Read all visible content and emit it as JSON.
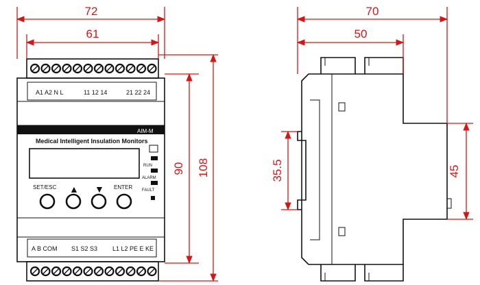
{
  "front_view": {
    "overall_width": "72",
    "inner_width": "61",
    "front_height": "90",
    "overall_height": "108",
    "model": "AIM-M",
    "product_name": "Medical Intelligent Insulation Monitors",
    "buttons": [
      "SET/ESC",
      "▲",
      "▼",
      "ENTER"
    ],
    "indicators": [
      "RUN",
      "ALARM",
      "FAULT"
    ],
    "top_terminal_labels": [
      "A1 A2 N L",
      "11 12 14",
      "21 22 24"
    ],
    "bottom_terminal_labels": [
      "A B COM",
      "S1 S2 S3",
      "L1 L2 PE E KE"
    ]
  },
  "side_view": {
    "overall_depth": "70",
    "body_depth": "50",
    "rail_height": "35.5",
    "front_height": "45"
  }
}
